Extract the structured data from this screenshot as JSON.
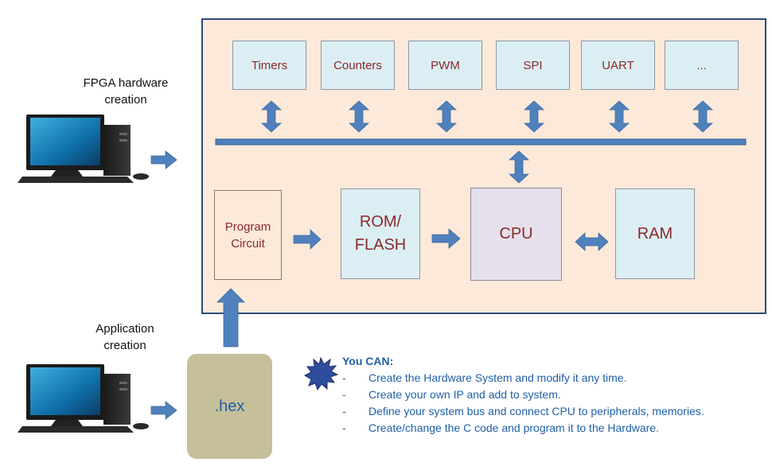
{
  "labels": {
    "fpga_hardware": "FPGA hardware\ncreation",
    "application": "Application\ncreation"
  },
  "peripherals": [
    "Timers",
    "Counters",
    "PWM",
    "SPI",
    "UART",
    "..."
  ],
  "blocks": {
    "program_circuit": "Program\nCircuit",
    "rom_flash": "ROM/\nFLASH",
    "cpu": "CPU",
    "ram": "RAM"
  },
  "hex_file": ".hex",
  "you_can": {
    "title": "You CAN:",
    "items": [
      "Create the Hardware System and modify it any time.",
      "Create your own IP and add to system.",
      "Define your system bus  and connect CPU to peripherals, memories.",
      "Create/change the C code and program it to the Hardware."
    ]
  },
  "colors": {
    "fpga_background": "#fde9d9",
    "fpga_border": "#2e4d7b",
    "peripheral_fill": "#dbeef3",
    "cpu_fill": "#e6e0ec",
    "hex_fill": "#c5bf9a",
    "arrow": "#4f81bd",
    "label_text": "#8b2a2a",
    "you_can_text": "#1f5fa8"
  },
  "icons": [
    "computer-icon",
    "computer-icon",
    "starburst-icon"
  ]
}
